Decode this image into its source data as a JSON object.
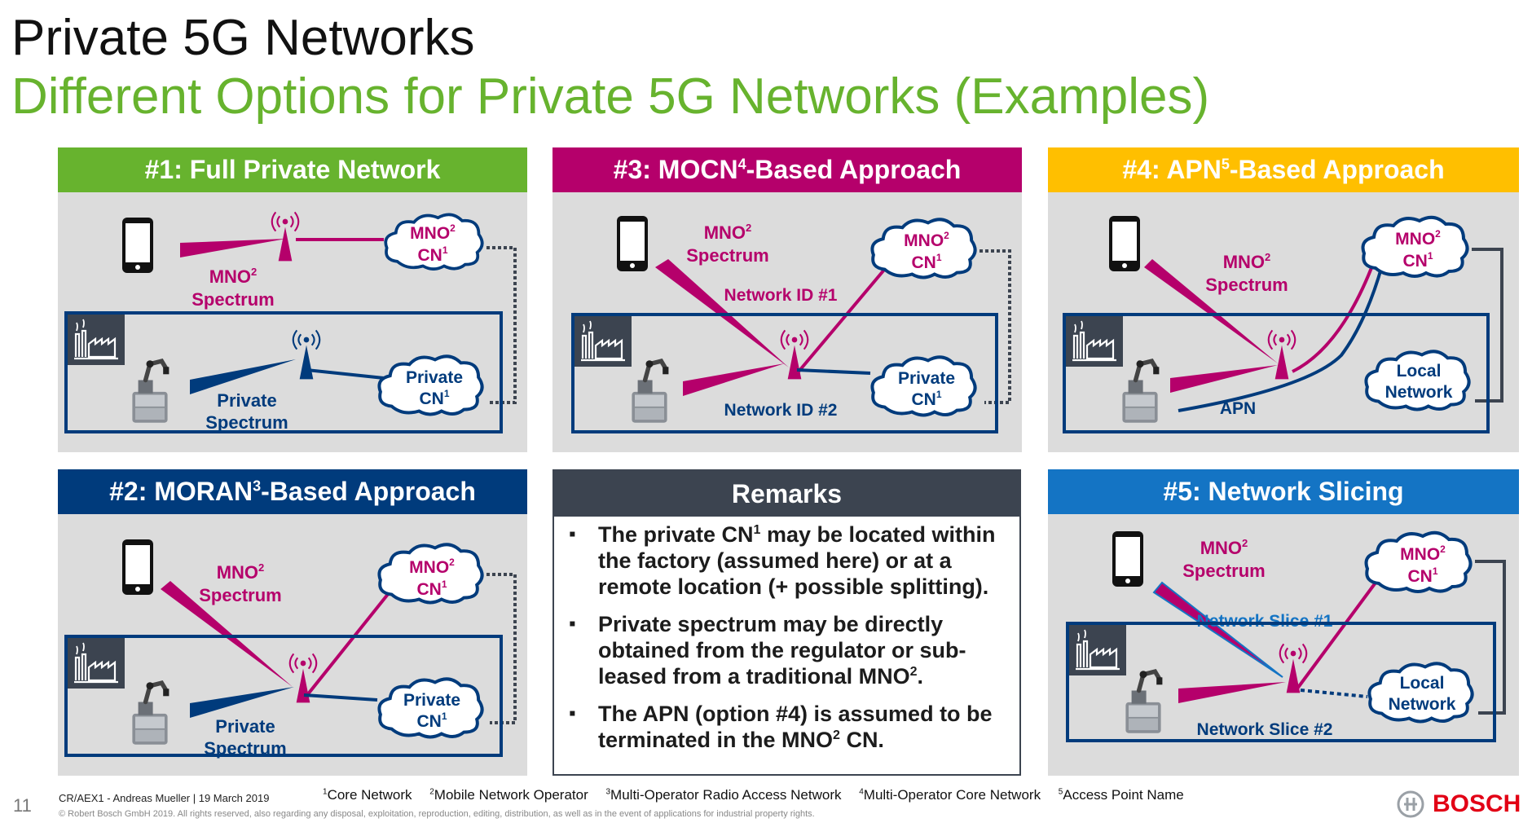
{
  "slide": {
    "title": "Private 5G Networks",
    "subtitle": "Different Options for Private 5G Networks (Examples)"
  },
  "colors": {
    "green": "#67b32e",
    "magenta": "#b5006b",
    "navy": "#003b7c",
    "amber": "#ffbf00",
    "blue": "#1474c4",
    "dark_gray": "#3c4450",
    "panel_gray": "#dcdcdc"
  },
  "panels": {
    "p1": {
      "head_main": "#1: Full Private Network",
      "mno_a": "MNO",
      "sup2": "2",
      "spectrum_label": "Spectrum",
      "cn_mno": "MNO",
      "cn_mno_2": "CN",
      "sup1": "1",
      "private_a": "Private",
      "private_cn": "CN",
      "private_spectrum_a": "Private",
      "private_spectrum_b": "Spectrum"
    },
    "p2": {
      "head_a": "#2: MORAN",
      "head_sup": "3",
      "head_b": "-Based Approach",
      "mno_a": "MNO",
      "sup2": "2",
      "spectrum_label": "Spectrum",
      "cn_mno": "MNO",
      "cn_mno_2": "CN",
      "sup1": "1",
      "private_a": "Private",
      "private_cn": "CN",
      "private_spectrum_a": "Private",
      "private_spectrum_b": "Spectrum"
    },
    "p3": {
      "head_a": "#3: MOCN",
      "head_sup": "4",
      "head_b": "-Based Approach",
      "mno_a": "MNO",
      "sup2": "2",
      "spectrum_label": "Spectrum",
      "network_id_1": "Network ID #1",
      "network_id_2": "Network ID #2",
      "cn_mno": "MNO",
      "cn_mno_2": "CN",
      "sup1": "1",
      "private_a": "Private",
      "private_cn": "CN"
    },
    "p4": {
      "head_a": "#4: APN",
      "head_sup": "5",
      "head_b": "-Based Approach",
      "mno_a": "MNO",
      "sup2": "2",
      "spectrum_label": "Spectrum",
      "cn_mno": "MNO",
      "cn_mno_2": "CN",
      "sup1": "1",
      "local_a": "Local",
      "local_b": "Network",
      "apn_label": "APN"
    },
    "p5": {
      "head_main": "#5: Network Slicing",
      "mno_a": "MNO",
      "sup2": "2",
      "spectrum_label": "Spectrum",
      "slice_1": "Network Slice #1",
      "slice_2": "Network Slice #2",
      "cn_mno": "MNO",
      "cn_mno_2": "CN",
      "sup1": "1",
      "local_a": "Local",
      "local_b": "Network"
    }
  },
  "remarks": {
    "title": "Remarks",
    "r1_a": "The private CN",
    "r1_sup": "1",
    "r1_b": " may be located within the factory (assumed here) or at a remote location (+ possible splitting).",
    "r2_a": "Private spectrum may be directly obtained from the regulator or sub-leased from a traditional MNO",
    "r2_sup": "2",
    "r2_b": ".",
    "r3_a": "The APN (option #4) is assumed to be terminated in the MNO",
    "r3_sup": "2",
    "r3_b": " CN."
  },
  "footer": {
    "slide_number": "11",
    "author": "CR/AEX1 - Andreas Mueller | 19 March 2019",
    "copyright": "© Robert Bosch GmbH 2019. All rights reserved, also regarding any disposal, exploitation, reproduction, editing, distribution, as well as in the event of applications for industrial property rights.",
    "footnotes": [
      {
        "num": "1",
        "text": "Core Network"
      },
      {
        "num": "2",
        "text": "Mobile Network Operator"
      },
      {
        "num": "3",
        "text": "Multi-Operator Radio Access Network"
      },
      {
        "num": "4",
        "text": "Multi-Operator Core Network"
      },
      {
        "num": "5",
        "text": "Access Point Name"
      }
    ],
    "brand": "BOSCH"
  },
  "icons": [
    "smartphone-icon",
    "antenna-icon",
    "cloud-icon",
    "factory-icon",
    "robot-icon",
    "bosch-logo-icon"
  ]
}
